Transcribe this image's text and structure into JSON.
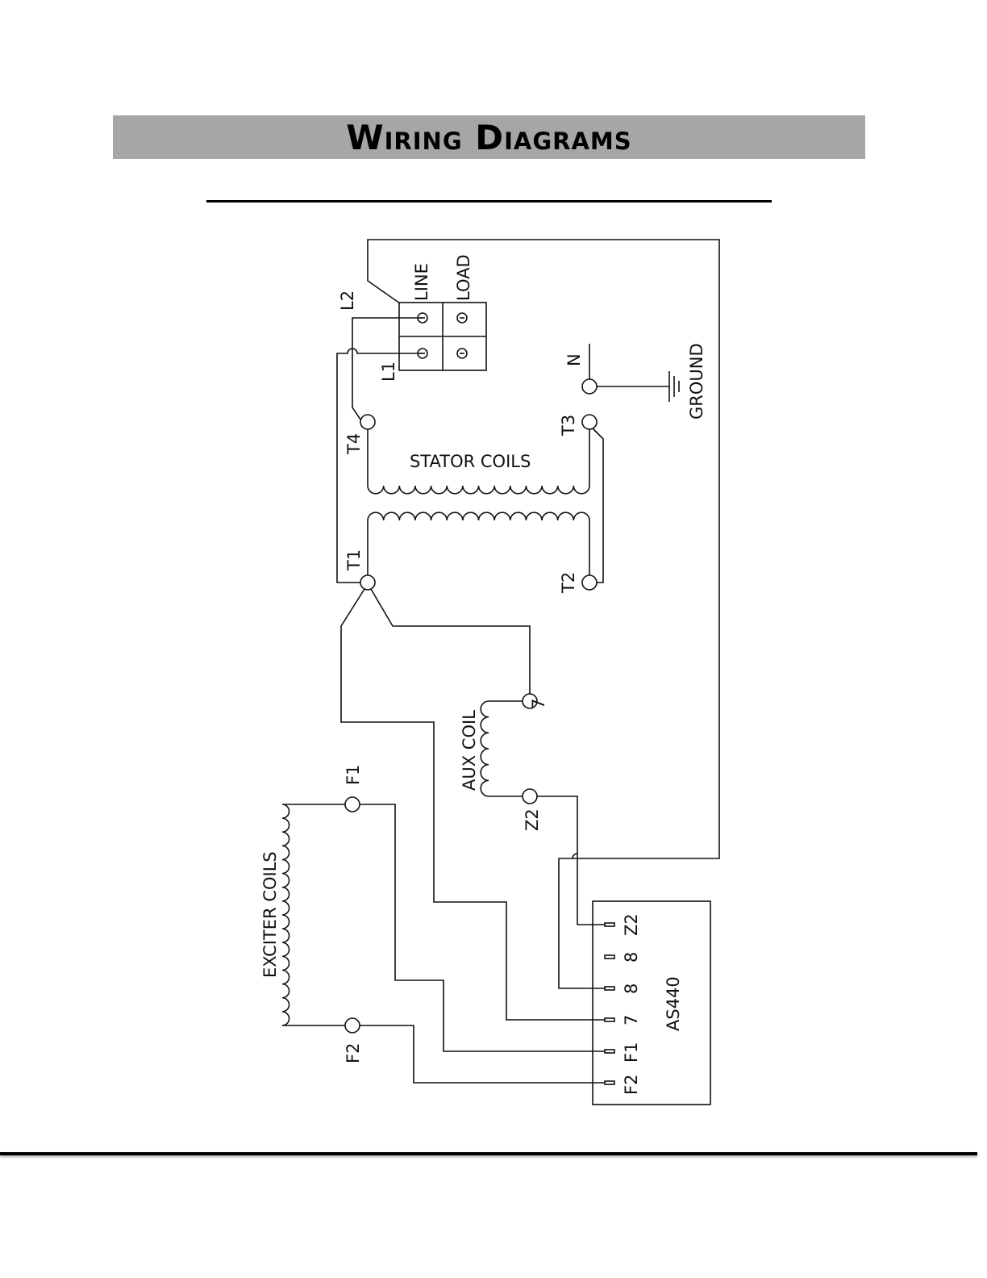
{
  "header": {
    "title": "Wiring Diagrams"
  },
  "labels": {
    "line": "LINE",
    "load": "LOAD",
    "l1": "L1",
    "l2": "L2",
    "n": "N",
    "ground": "GROUND",
    "t1": "T1",
    "t2": "T2",
    "t3": "T3",
    "t4": "T4",
    "stator_coils": "STATOR COILS",
    "aux_coil": "AUX COIL",
    "aux_7": "7",
    "z2": "Z2",
    "f1": "F1",
    "f2": "F2",
    "exciter_coils": "EXCITER COILS",
    "avr_name": "AS440",
    "avr_terminals": [
      "Z2",
      "8",
      "8",
      "7",
      "F1",
      "F2"
    ]
  }
}
